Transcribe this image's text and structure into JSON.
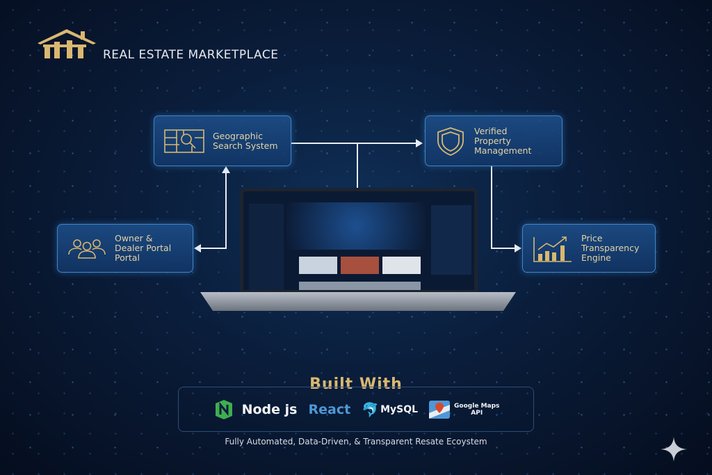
{
  "header": {
    "title": "REAL ESTATE MARKETPLACE",
    "logo_icon": "house-icon"
  },
  "features": [
    {
      "label_lines": [
        "Geographic",
        "Search System"
      ],
      "icon": "map-search-icon"
    },
    {
      "label_lines": [
        "Verified",
        "Property",
        "Management"
      ],
      "icon": "shield-icon"
    },
    {
      "label_lines": [
        "Owner &",
        "Dealer Portal",
        "Portal"
      ],
      "icon": "users-icon"
    },
    {
      "label_lines": [
        "Price",
        "Transparency",
        "Engine"
      ],
      "icon": "chart-growth-icon"
    }
  ],
  "built_with": {
    "title": "Built With",
    "tech": [
      {
        "label": "Node js",
        "color": "#3fae4f"
      },
      {
        "label": "React",
        "color": "#4f97d6"
      },
      {
        "label": "MySQL",
        "color": "#d64a2a"
      },
      {
        "label_lines": [
          "Google Maps",
          "API"
        ]
      }
    ]
  },
  "footer": "Fully Automated, Data-Driven, & Transparent Resate Ecoystem",
  "colors": {
    "gold": "#d9b870",
    "accent": "#3f86c9"
  }
}
